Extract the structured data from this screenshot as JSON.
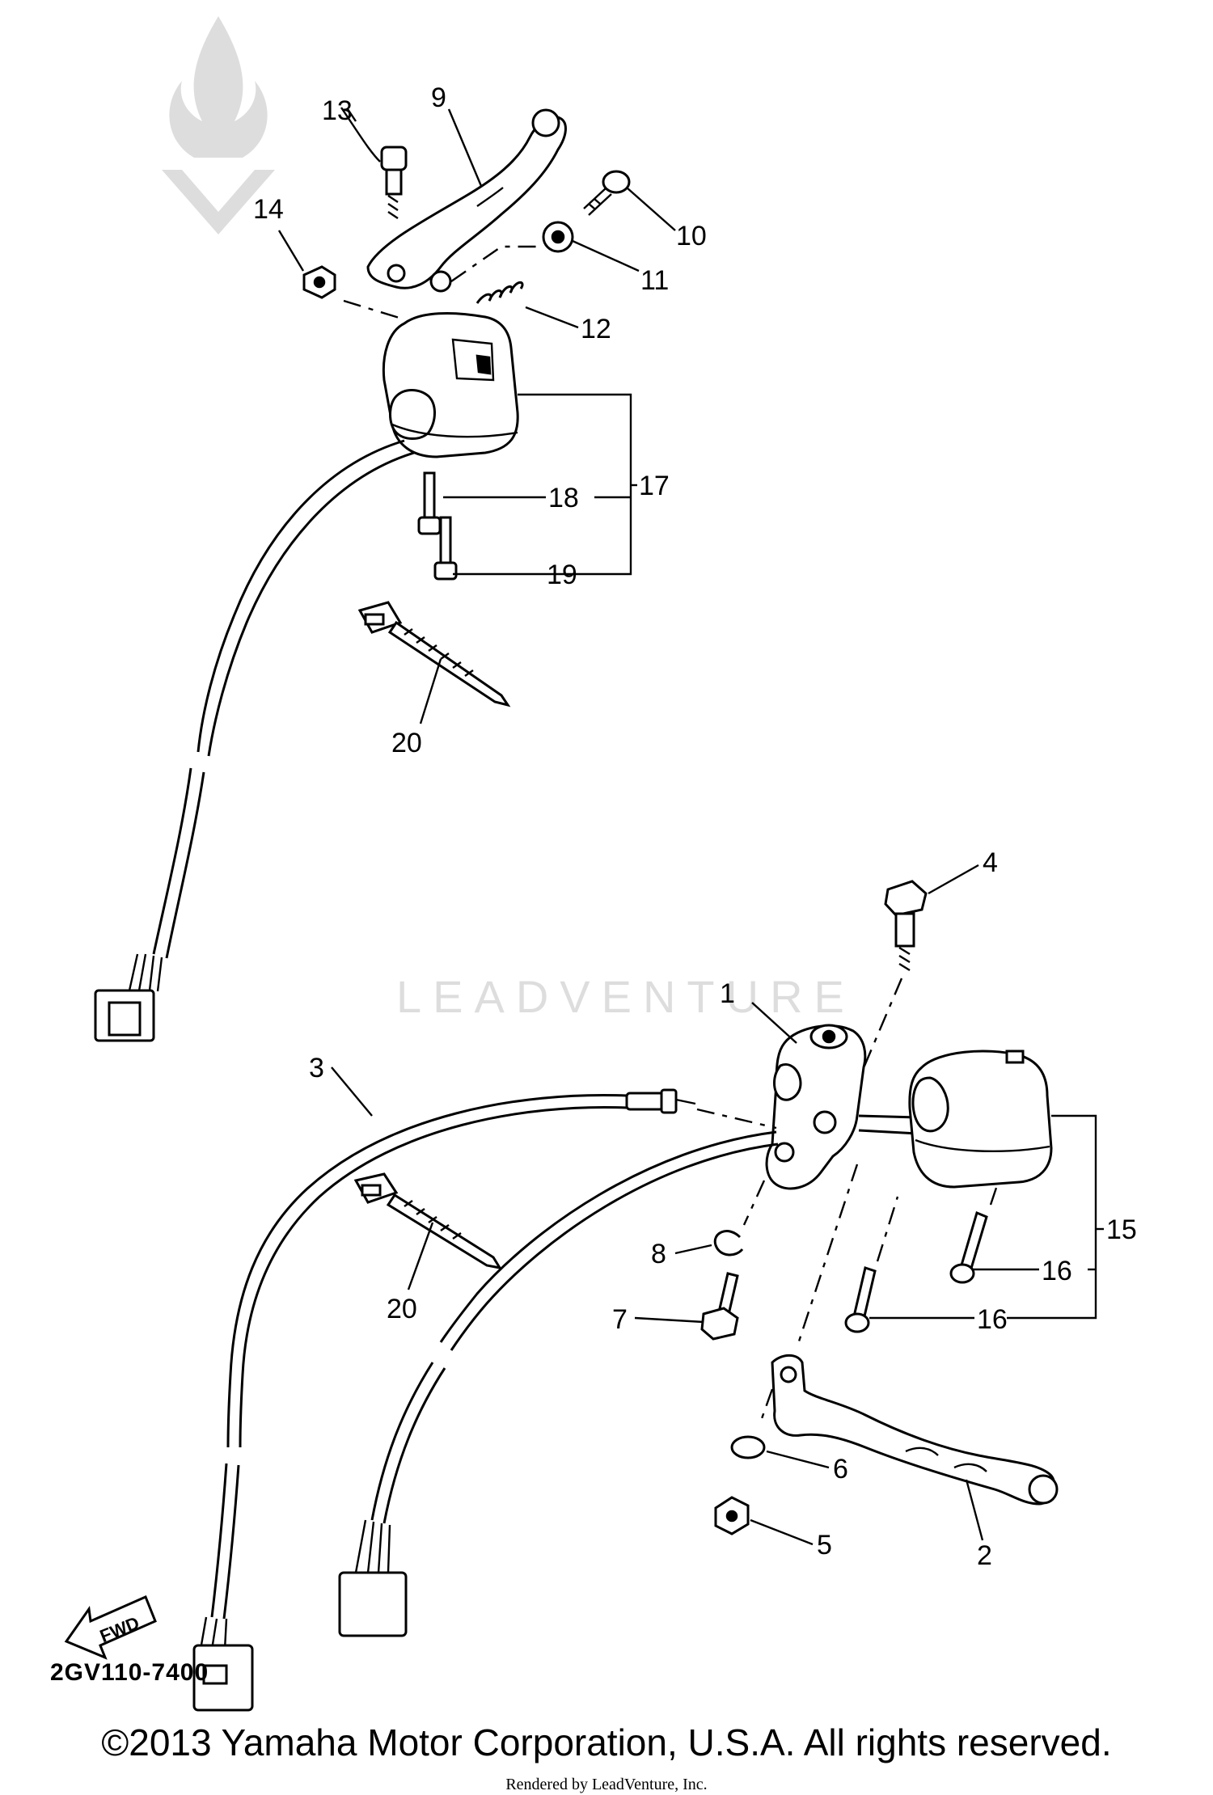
{
  "diagram": {
    "code": "2GV110-7400",
    "fwd_label": "FWD",
    "callouts": {
      "c1": "1",
      "c2": "2",
      "c3": "3",
      "c4": "4",
      "c5": "5",
      "c6": "6",
      "c7": "7",
      "c8": "8",
      "c9": "9",
      "c10": "10",
      "c11": "11",
      "c12": "12",
      "c13": "13",
      "c14": "14",
      "c15": "15",
      "c16a": "16",
      "c16b": "16",
      "c17": "17",
      "c18": "18",
      "c19": "19",
      "c20a": "20",
      "c20b": "20"
    }
  },
  "watermark": {
    "brand": "LEADVENTURE"
  },
  "footer": {
    "copyright": "©2013 Yamaha Motor Corporation, U.S.A. All rights reserved.",
    "rendered_by": "Rendered by LeadVenture, Inc."
  }
}
